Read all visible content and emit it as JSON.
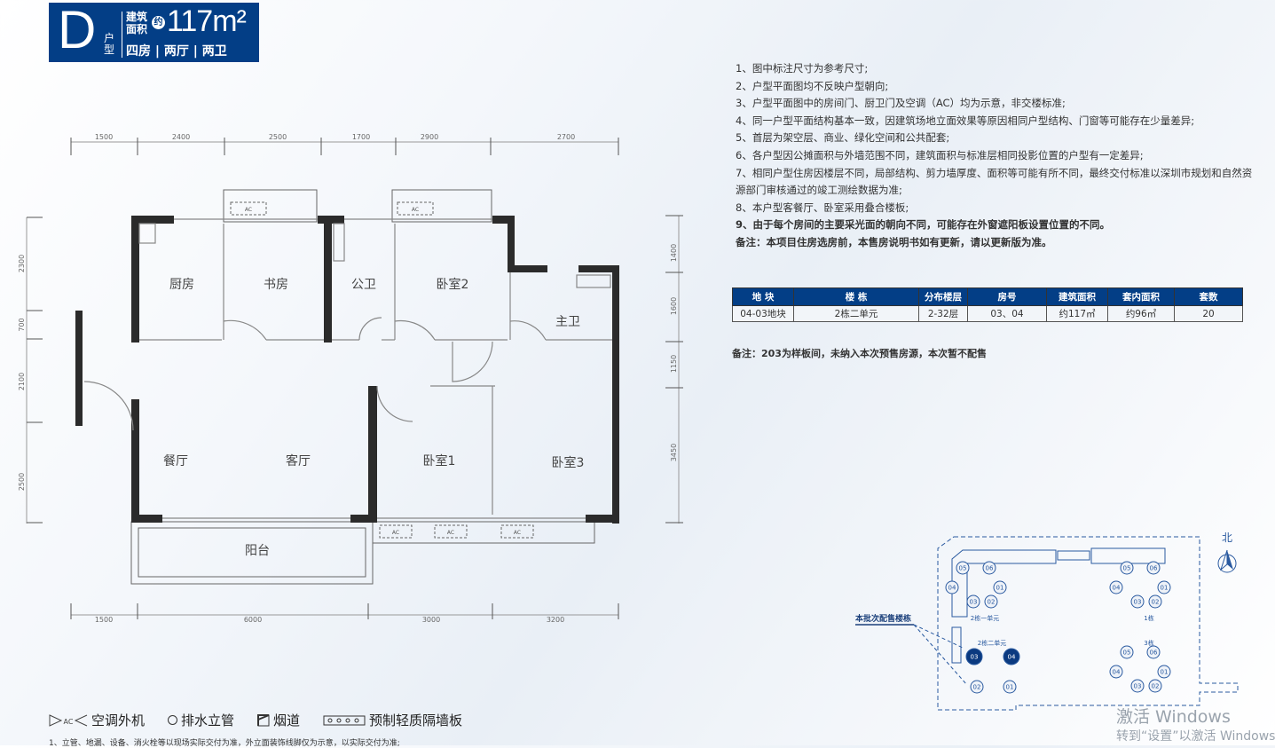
{
  "header": {
    "unit_letter": "D",
    "unit_type_label": "户型",
    "area_label": "建筑面积",
    "approx": "约",
    "area": "117m²",
    "rooms": "四房 | 两厅 | 两卫"
  },
  "notes": [
    "1、图中标注尺寸为参考尺寸;",
    "2、户型平面图均不反映户型朝向;",
    "3、户型平面图中的房间门、厨卫门及空调（AC）均为示意，非交楼标准;",
    "4、同一户型平面结构基本一致，因建筑场地立面效果等原因相同户型结构、门窗等可能存在少量差异;",
    "5、首层为架空层、商业、绿化空间和公共配套;",
    "6、各户型因公摊面积与外墙范围不同，建筑面积与标准层相同投影位置的户型有一定差异;",
    "7、相同户型住房因楼层不同，局部结构、剪力墙厚度、面积等可能有所不同，最终交付标准以深圳市规划和自然资",
    "源部门审核通过的竣工测绘数据为准;",
    "8、本户型客餐厅、卧室采用叠合楼板;",
    "9、由于每个房间的主要采光面的朝向不同，可能存在外窗遮阳板设置位置的不同。",
    "备注：本项目住房选房前，本售房说明书如有更新，请以更新版为准。"
  ],
  "table": {
    "headers": [
      "地 块",
      "楼 栋",
      "分布楼层",
      "房号",
      "建筑面积",
      "套内面积",
      "套数"
    ],
    "row": [
      "04-03地块",
      "2栋二单元",
      "2-32层",
      "03、04",
      "约117㎡",
      "约96㎡",
      "20"
    ]
  },
  "remark": "备注：203为样板间，未纳入本次预售房源，本次暂不配售",
  "floorplan": {
    "rooms": {
      "kitchen": "厨房",
      "study": "书房",
      "public_bath": "公卫",
      "bedroom2": "卧室2",
      "master_bath": "主卫",
      "dining": "餐厅",
      "living": "客厅",
      "bedroom1": "卧室1",
      "bedroom3": "卧室3",
      "balcony": "阳台"
    },
    "ac_label": "AC",
    "dims_top": [
      "1500",
      "2400",
      "2500",
      "1700",
      "2900",
      "2700"
    ],
    "dims_bottom": [
      "1500",
      "6000",
      "3000",
      "3200"
    ],
    "dims_left": [
      "2300",
      "700",
      "2100",
      "2500"
    ],
    "dims_right": [
      "1400",
      "1600",
      "1150",
      "3450"
    ]
  },
  "siteplan": {
    "north": "北",
    "callout": "本批次配售楼栋",
    "buildings": {
      "b2u1": "2栋一单元",
      "b1": "1栋",
      "b2u2": "2栋二单元",
      "b3": "3栋"
    },
    "units": [
      "01",
      "02",
      "03",
      "04",
      "05",
      "06"
    ]
  },
  "legend": {
    "ac": "空调外机",
    "drain": "排水立管",
    "flue": "烟道",
    "partition": "预制轻质隔墙板"
  },
  "footnote": "1、立管、地漏、设备、消火栓等以现场实际交付为准，外立面装饰线脚仅为示意，以实际交付为准;",
  "watermark": {
    "line1": "激活 Windows",
    "line2": "转到“设置”以激活 Windows"
  },
  "colors": {
    "brand": "#033e86",
    "wall": "#2b2b2b"
  }
}
